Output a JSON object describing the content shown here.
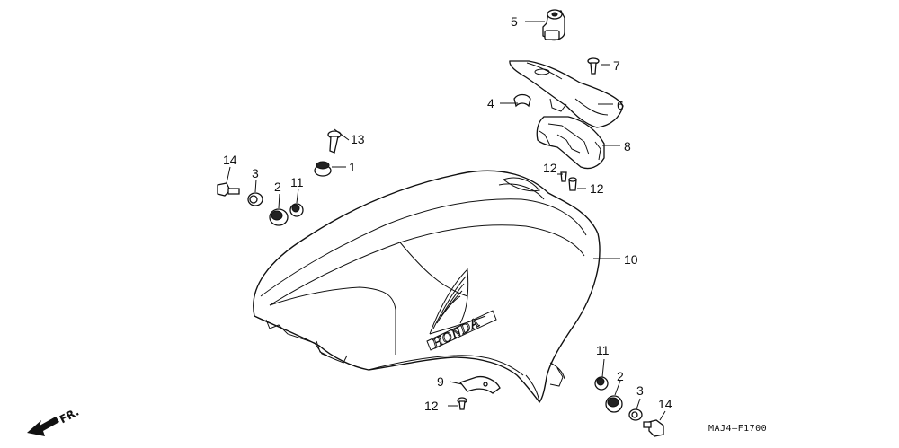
{
  "diagram_code": "MAJ4—F1700",
  "direction_label": "FR.",
  "tank_emblem_text": "HONDA",
  "callouts": [
    {
      "id": "c1",
      "text": "1"
    },
    {
      "id": "c2a",
      "text": "2"
    },
    {
      "id": "c2b",
      "text": "2"
    },
    {
      "id": "c3a",
      "text": "3"
    },
    {
      "id": "c3b",
      "text": "3"
    },
    {
      "id": "c4",
      "text": "4"
    },
    {
      "id": "c5",
      "text": "5"
    },
    {
      "id": "c6",
      "text": "6"
    },
    {
      "id": "c7",
      "text": "7"
    },
    {
      "id": "c8",
      "text": "8"
    },
    {
      "id": "c9",
      "text": "9"
    },
    {
      "id": "c10",
      "text": "10"
    },
    {
      "id": "c11a",
      "text": "11"
    },
    {
      "id": "c11b",
      "text": "11"
    },
    {
      "id": "c12a",
      "text": "12"
    },
    {
      "id": "c12b",
      "text": "12"
    },
    {
      "id": "c12c",
      "text": "12"
    },
    {
      "id": "c13",
      "text": "13"
    },
    {
      "id": "c14a",
      "text": "14"
    },
    {
      "id": "c14b",
      "text": "14"
    }
  ]
}
